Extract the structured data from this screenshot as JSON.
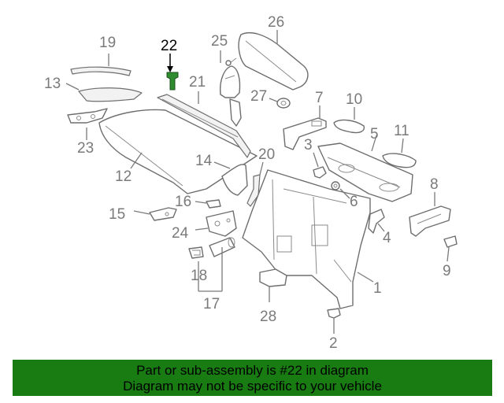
{
  "diagram": {
    "highlight_color": "#2e8b2e",
    "labels": {
      "l1": "1",
      "l2": "2",
      "l3": "3",
      "l4": "4",
      "l5": "5",
      "l6": "6",
      "l7": "7",
      "l8": "8",
      "l9": "9",
      "l10": "10",
      "l11": "11",
      "l12": "12",
      "l13": "13",
      "l14": "14",
      "l15": "15",
      "l16": "16",
      "l17": "17",
      "l18": "18",
      "l19": "19",
      "l20": "20",
      "l21": "21",
      "l22": "22",
      "l23": "23",
      "l24": "24",
      "l25": "25",
      "l26": "26",
      "l27": "27",
      "l28": "28"
    }
  },
  "footer": {
    "background": "#187c13",
    "line1": "Part or sub-assembly is #22 in diagram",
    "line2": "Diagram may not be specific to your vehicle"
  }
}
